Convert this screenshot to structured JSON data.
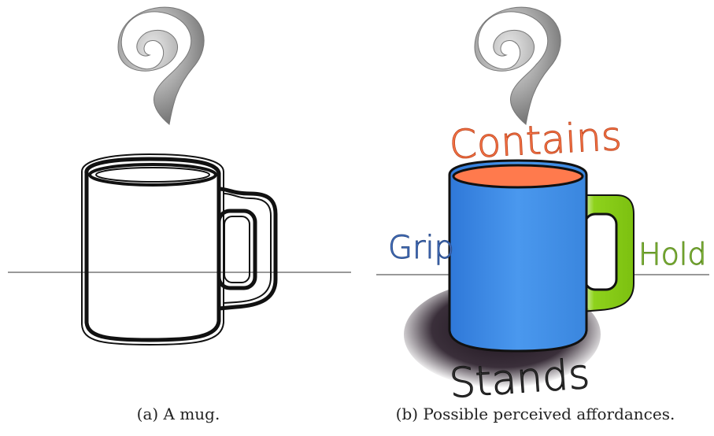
{
  "panels": {
    "a": {
      "caption": "(a) A mug."
    },
    "b": {
      "caption": "(b) Possible perceived affordances."
    }
  },
  "affordances": {
    "contains": {
      "label": "Contains",
      "color": "#ff7a4d"
    },
    "grip": {
      "label": "Grip",
      "color": "#4a78c8"
    },
    "hold": {
      "label": "Hold",
      "color": "#8cc63f"
    },
    "stands": {
      "label": "Stands",
      "color": "#333333"
    }
  },
  "colors": {
    "mug_body": "#3f8fe6",
    "mug_handle": "#8ed21c",
    "coffee": "#ff7a4d",
    "shadow": "#2a1f2a",
    "steam": "#9a9a9a",
    "outline": "#111111"
  }
}
